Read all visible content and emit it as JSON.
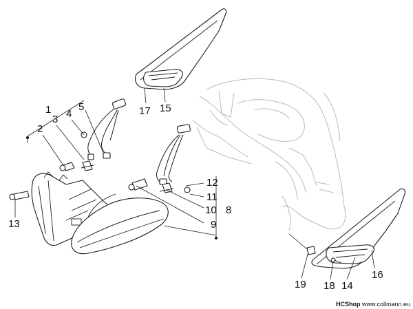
{
  "diagram": {
    "labels": {
      "l1": "1",
      "l2": "2",
      "l3": "3",
      "l4": "4",
      "l5": "5",
      "l8": "8",
      "l9": "9",
      "l10": "10",
      "l11": "11",
      "l12": "12",
      "l13": "13",
      "l14": "14",
      "l15": "15",
      "l16": "16",
      "l17": "17",
      "l18": "18",
      "l19": "19"
    }
  },
  "footer": {
    "brand": "HCShop",
    "site": "www.collmann.eu"
  }
}
